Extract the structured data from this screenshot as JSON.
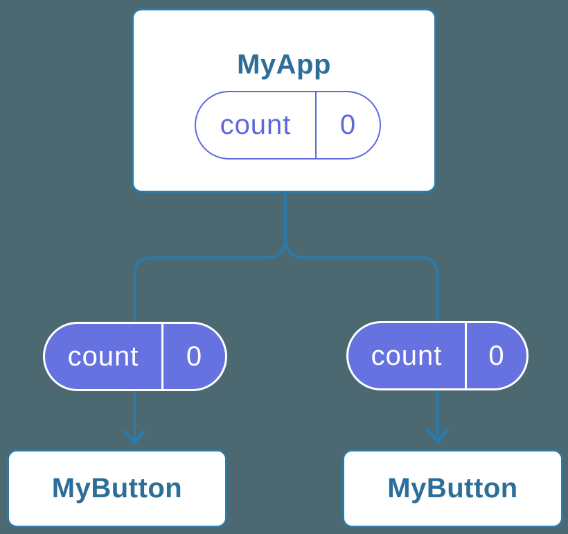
{
  "colors": {
    "background": "#4C6971",
    "line": "#2D79A8",
    "heading": "#2C6E98",
    "purple_fill": "#6672E0",
    "purple_outline": "#5C69DD",
    "card_bg": "#FFFFFF"
  },
  "diagram": {
    "root": {
      "title": "MyApp",
      "state": {
        "label": "count",
        "value": "0"
      }
    },
    "children": [
      {
        "title": "MyButton",
        "prop": {
          "label": "count",
          "value": "0"
        }
      },
      {
        "title": "MyButton",
        "prop": {
          "label": "count",
          "value": "0"
        }
      }
    ]
  }
}
